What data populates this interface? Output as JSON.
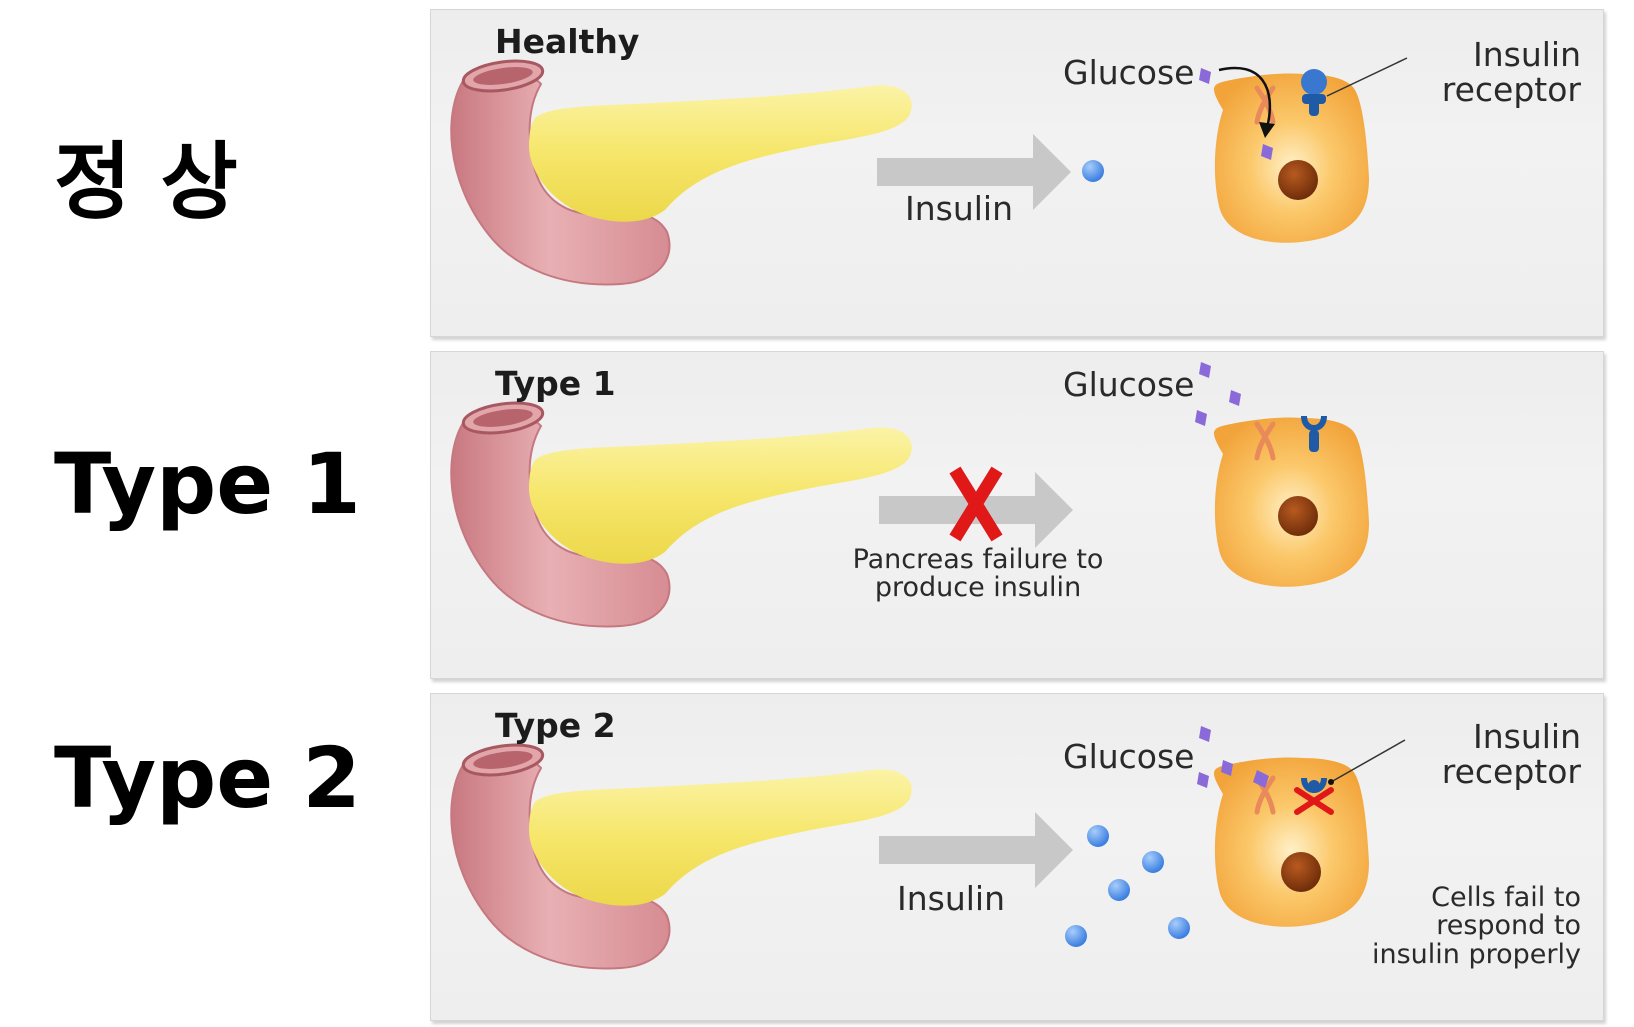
{
  "row_labels": [
    "정 상",
    "Type 1",
    "Type 2"
  ],
  "panels": [
    {
      "title": "Healthy",
      "arrow_label": "Insulin",
      "glucose_label": "Glucose",
      "receptor_label_line1": "Insulin",
      "receptor_label_line2": "receptor"
    },
    {
      "title": "Type 1",
      "failure_line1": "Pancreas failure to",
      "failure_line2": "produce insulin",
      "glucose_label": "Glucose"
    },
    {
      "title": "Type 2",
      "arrow_label": "Insulin",
      "glucose_label": "Glucose",
      "receptor_label_line1": "Insulin",
      "receptor_label_line2": "receptor",
      "note_line1": "Cells fail to",
      "note_line2": "respond to",
      "note_line3": "insulin properly"
    }
  ],
  "colors": {
    "pancreas_body": "#f6e66a",
    "duodenum": "#d68c92",
    "arrow": "#c8c8c8",
    "insulin_dot": "#4a8ee8",
    "cell": "#f7b44a",
    "nucleus": "#8a3a10",
    "receptor": "#1e5aa6",
    "glucose": "#8a6ad8",
    "cross": "#e01818",
    "channel": "#e88a5a"
  }
}
